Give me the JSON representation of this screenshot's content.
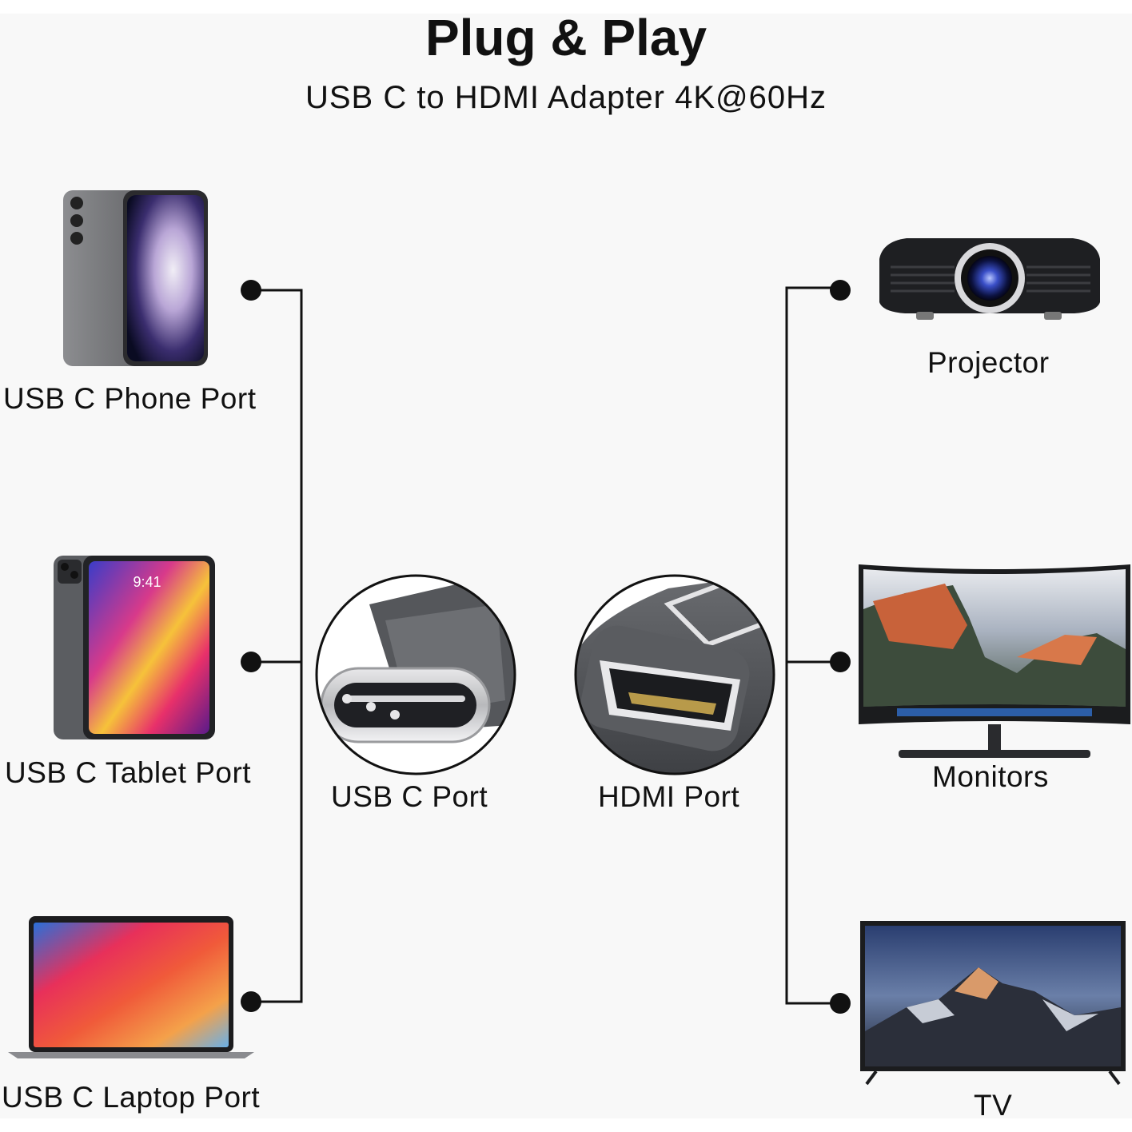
{
  "title": "Plug & Play",
  "subtitle": "USB C to HDMI Adapter 4K@60Hz",
  "sources": [
    {
      "label": "USB C Phone Port",
      "icon": "smartphone-icon"
    },
    {
      "label": "USB C Tablet Port",
      "icon": "tablet-icon"
    },
    {
      "label": "USB C Laptop Port",
      "icon": "laptop-icon"
    }
  ],
  "adapter": {
    "usb_c_label": "USB C Port",
    "hdmi_label": "HDMI Port"
  },
  "targets": [
    {
      "label": "Projector",
      "icon": "projector-icon"
    },
    {
      "label": "Monitors",
      "icon": "monitor-icon"
    },
    {
      "label": "TV",
      "icon": "tv-icon"
    }
  ],
  "colors": {
    "background": "#f8f8f8",
    "line": "#111111",
    "device_gray": "#6b6d70"
  }
}
